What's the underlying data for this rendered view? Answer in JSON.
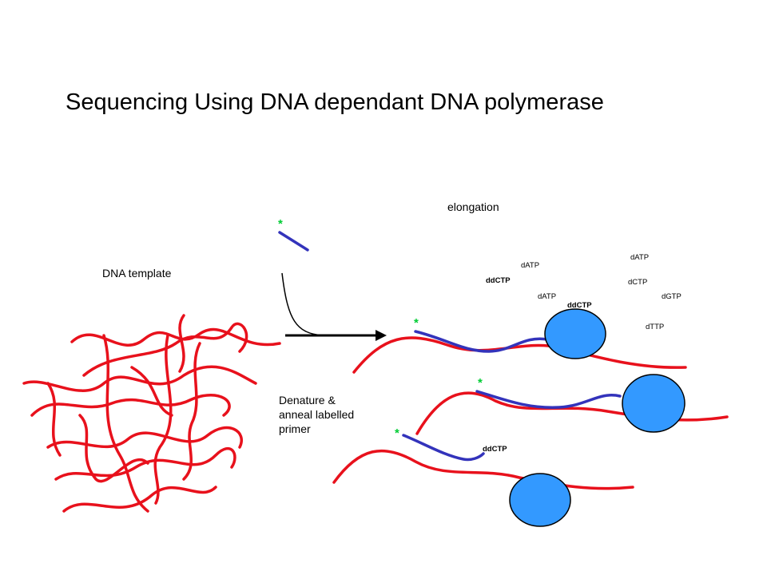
{
  "title": "Sequencing Using DNA dependant DNA polymerase",
  "labels": {
    "template": "DNA template",
    "elongation": "elongation",
    "denature": [
      "Denature &",
      "anneal labelled",
      "primer"
    ]
  },
  "nucleotides": [
    {
      "text": "dATP",
      "bold": false
    },
    {
      "text": "ddCTP",
      "bold": true
    },
    {
      "text": "dATP",
      "bold": false
    },
    {
      "text": "ddCTP",
      "bold": true
    },
    {
      "text": "dATP",
      "bold": false
    },
    {
      "text": "dCTP",
      "bold": false
    },
    {
      "text": "dGTP",
      "bold": false
    },
    {
      "text": "dTTP",
      "bold": false
    },
    {
      "text": "ddCTP",
      "bold": true
    }
  ],
  "primer_marker": "*",
  "colors": {
    "template_strand": "#e8111c",
    "primer_strand": "#3333bb",
    "polymerase": "#3399ff",
    "label_star": "#00cc33"
  }
}
